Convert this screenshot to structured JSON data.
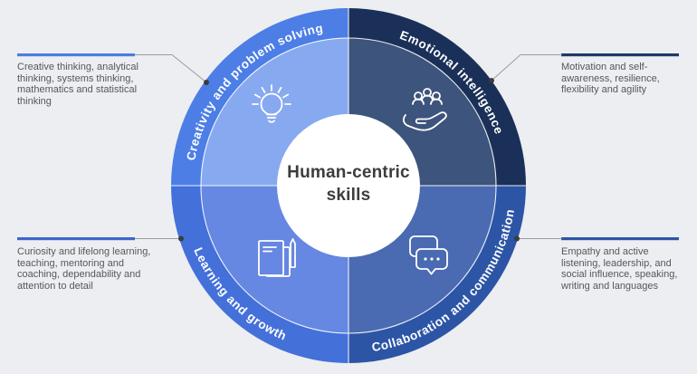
{
  "center": {
    "title": "Human-centric skills"
  },
  "colors": {
    "background": "#edeef1",
    "connector": "#9a9ca0",
    "dot": "#3a3c40",
    "divider": "#ffffff",
    "center_text": "#3b3d40",
    "callout_text": "#55575c"
  },
  "quadrants": [
    {
      "label": "Creativity and problem solving",
      "icon": "lightbulb-icon",
      "outer_color": "#4c7ee6",
      "inner_color": "#87a9ef",
      "callout": {
        "position": "top-left",
        "accent_color": "#4a7de2",
        "text": "Creative thinking, analytical thinking, systems thinking, mathematics and statistical thinking"
      }
    },
    {
      "label": "Emotional intelligence",
      "icon": "people-in-hand-icon",
      "outer_color": "#1a3058",
      "inner_color": "#3d547c",
      "callout": {
        "position": "top-right",
        "accent_color": "#1d3a68",
        "text": "Motivation and self-awareness, resilience, flexibility and agility"
      }
    },
    {
      "label": "Learning and growth",
      "icon": "notebook-pen-icon",
      "outer_color": "#4470da",
      "inner_color": "#6687e2",
      "callout": {
        "position": "bottom-left",
        "accent_color": "#3c66cc",
        "text": "Curiosity and lifelong learning, teaching, mentoring and coaching, dependability and attention to detail"
      }
    },
    {
      "label": "Collaboration and communication",
      "icon": "chat-bubbles-icon",
      "outer_color": "#2d55a6",
      "inner_color": "#4a6ab2",
      "callout": {
        "position": "bottom-right",
        "accent_color": "#2d55a6",
        "text": "Empathy and active listening, leadership, and social influence, speaking, writing and languages"
      }
    }
  ]
}
